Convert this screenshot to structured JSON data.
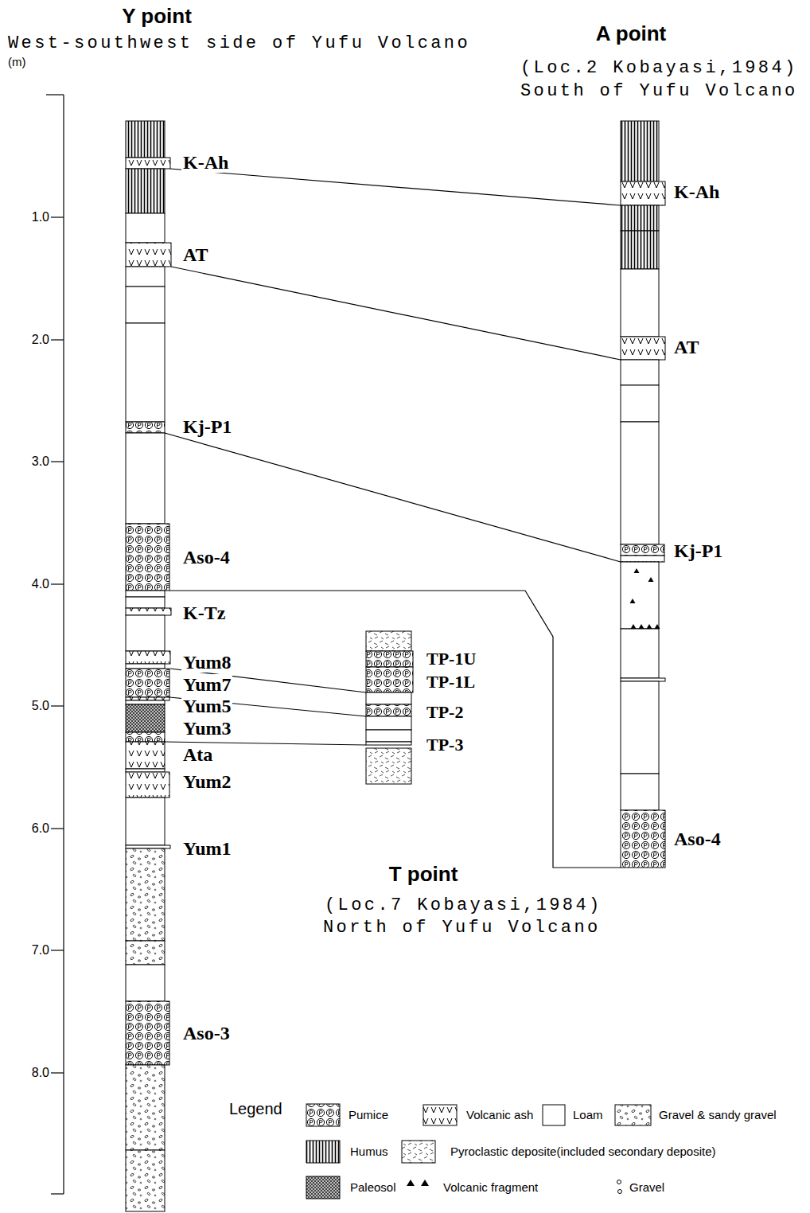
{
  "diagram": {
    "nodes": [
      {
        "text": [
          "K-Ah"
        ]
      },
      {
        "text": [
          "AT"
        ]
      },
      {
        "text": [
          "Kj-P1"
        ]
      },
      {
        "text": [
          "Aso-4"
        ]
      },
      {
        "text": [
          "K-Tz"
        ]
      },
      {
        "text": [
          "Yum8"
        ]
      },
      {
        "text": [
          "Yum7"
        ]
      },
      {
        "text": [
          "Yum5"
        ]
      },
      {
        "text": [
          "Yum3"
        ]
      },
      {
        "text": [
          "Ata"
        ]
      },
      {
        "text": [
          "Yum2"
        ]
      },
      {
        "text": [
          "Yum1"
        ]
      },
      {
        "text": [
          "Aso-3"
        ]
      },
      {
        "text": [
          "K-Ah"
        ]
      },
      {
        "text": [
          "AT"
        ]
      },
      {
        "text": [
          "Kj-P1"
        ]
      },
      {
        "text": [
          "Aso-4"
        ]
      },
      {
        "text": [
          "TP-1U"
        ]
      },
      {
        "text": [
          "TP-1L"
        ]
      },
      {
        "text": [
          "TP-2"
        ]
      },
      {
        "text": [
          "TP-3"
        ]
      }
    ],
    "edges": [
      {
        "from": 0,
        "to": 13,
        "arrow": "none"
      },
      {
        "from": 1,
        "to": 14,
        "arrow": "none"
      },
      {
        "from": 2,
        "to": 15,
        "arrow": "none"
      },
      {
        "from": 3,
        "to": 16,
        "arrow": "none"
      },
      {
        "from": 5,
        "to": 18,
        "arrow": "none"
      },
      {
        "from": 6,
        "to": 19,
        "arrow": "none"
      },
      {
        "from": 8,
        "to": 20,
        "arrow": "none"
      }
    ],
    "labels": [
      "Y point",
      "West-southwest side of Yufu Volcano",
      "A point",
      "(Loc.2 Kobayasi,1984)",
      "South of Yufu Volcano",
      "T point",
      "(Loc.7 Kobayasi,1984)",
      "North of Yufu Volcano",
      "(m)",
      "1.0",
      "2.0",
      "3.0",
      "4.0",
      "5.0",
      "6.0",
      "7.0",
      "8.0",
      "Legend"
    ],
    "legend": [
      {
        "text": "Pumice"
      },
      {
        "text": "Volcanic ash"
      },
      {
        "text": "Loam"
      },
      {
        "text": "Gravel & sandy gravel"
      },
      {
        "text": "Humus"
      },
      {
        "text": "Pyroclastic deposite(included secondary deposite)"
      },
      {
        "text": "Paleosol"
      },
      {
        "text": "Volcanic fragment"
      },
      {
        "text": "Gravel"
      }
    ]
  }
}
